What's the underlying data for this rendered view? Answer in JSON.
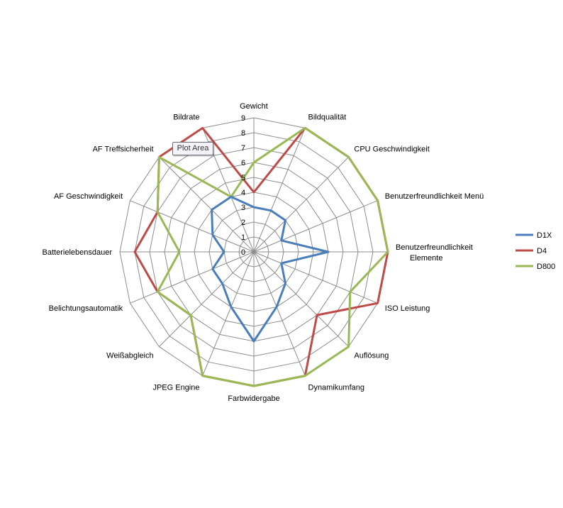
{
  "tooltip": "Plot Area",
  "chart_data": {
    "type": "radar",
    "categories": [
      "Gewicht",
      "Bildqualität",
      "CPU Geschwindigkeit",
      "Benutzerfreundlichkeit Menü",
      "Benutzerfreundlichkeit Elemente",
      "ISO Leistung",
      "Auflösung",
      "Dynamikumfang",
      "Farbwidergabe",
      "JPEG Engine",
      "Weißabgleich",
      "Belichtungsautomatik",
      "Batterielebensdauer",
      "AF Geschwindigkeit",
      "AF Treffsicherheit",
      "Bildrate"
    ],
    "rlim": [
      0,
      9
    ],
    "ticks": [
      "0",
      "1",
      "2",
      "3",
      "4",
      "5",
      "6",
      "7",
      "8",
      "9"
    ],
    "grid": true,
    "legend": "right",
    "series": [
      {
        "name": "D1X",
        "color": "#4a7ebb",
        "values": [
          3,
          3,
          3,
          2,
          5,
          2,
          3,
          4,
          6,
          4,
          3,
          3,
          2,
          3,
          4,
          4
        ]
      },
      {
        "name": "D4",
        "color": "#be4b48",
        "values": [
          4,
          9,
          9,
          9,
          9,
          9,
          6,
          9,
          9,
          9,
          6,
          7,
          8,
          7,
          9,
          9
        ]
      },
      {
        "name": "D800",
        "color": "#98b954",
        "values": [
          6,
          9,
          9,
          9,
          9,
          7,
          9,
          9,
          9,
          9,
          6,
          7,
          5,
          7,
          9,
          4
        ]
      }
    ]
  }
}
